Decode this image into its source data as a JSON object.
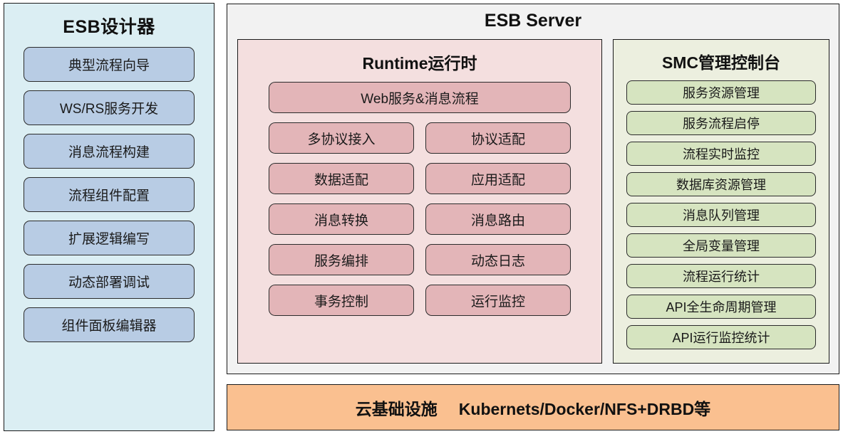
{
  "designer": {
    "title": "ESB设计器",
    "items": [
      {
        "label": "典型流程向导"
      },
      {
        "label": "WS/RS服务开发"
      },
      {
        "label": "消息流程构建"
      },
      {
        "label": "流程组件配置"
      },
      {
        "label": "扩展逻辑编写"
      },
      {
        "label": "动态部署调试"
      },
      {
        "label": "组件面板编辑器"
      }
    ]
  },
  "server": {
    "title": "ESB Server",
    "runtime": {
      "title": "Runtime运行时",
      "wide_item": "Web服务&消息流程",
      "items": [
        {
          "label": "多协议接入"
        },
        {
          "label": "协议适配"
        },
        {
          "label": "数据适配"
        },
        {
          "label": "应用适配"
        },
        {
          "label": "消息转换"
        },
        {
          "label": "消息路由"
        },
        {
          "label": "服务编排"
        },
        {
          "label": "动态日志"
        },
        {
          "label": "事务控制"
        },
        {
          "label": "运行监控"
        }
      ]
    },
    "smc": {
      "title": "SMC管理控制台",
      "items": [
        {
          "label": "服务资源管理"
        },
        {
          "label": "服务流程启停"
        },
        {
          "label": "流程实时监控"
        },
        {
          "label": "数据库资源管理"
        },
        {
          "label": "消息队列管理"
        },
        {
          "label": "全局变量管理"
        },
        {
          "label": "流程运行统计"
        },
        {
          "label": "API全生命周期管理"
        },
        {
          "label": "API运行监控统计"
        }
      ]
    }
  },
  "infrastructure": {
    "label": "云基础设施",
    "value": "Kubernets/Docker/NFS+DRBD等"
  },
  "colors": {
    "designer_panel_bg": "#dbeef3",
    "designer_pill_bg": "#b8cce4",
    "server_panel_bg": "#f2f2f2",
    "runtime_panel_bg": "#f4dfdf",
    "runtime_pill_bg": "#e3b5b8",
    "smc_panel_bg": "#ecefdf",
    "smc_pill_bg": "#d6e4c0",
    "infra_bar_bg": "#fac090",
    "border": "#1a1a1a"
  }
}
